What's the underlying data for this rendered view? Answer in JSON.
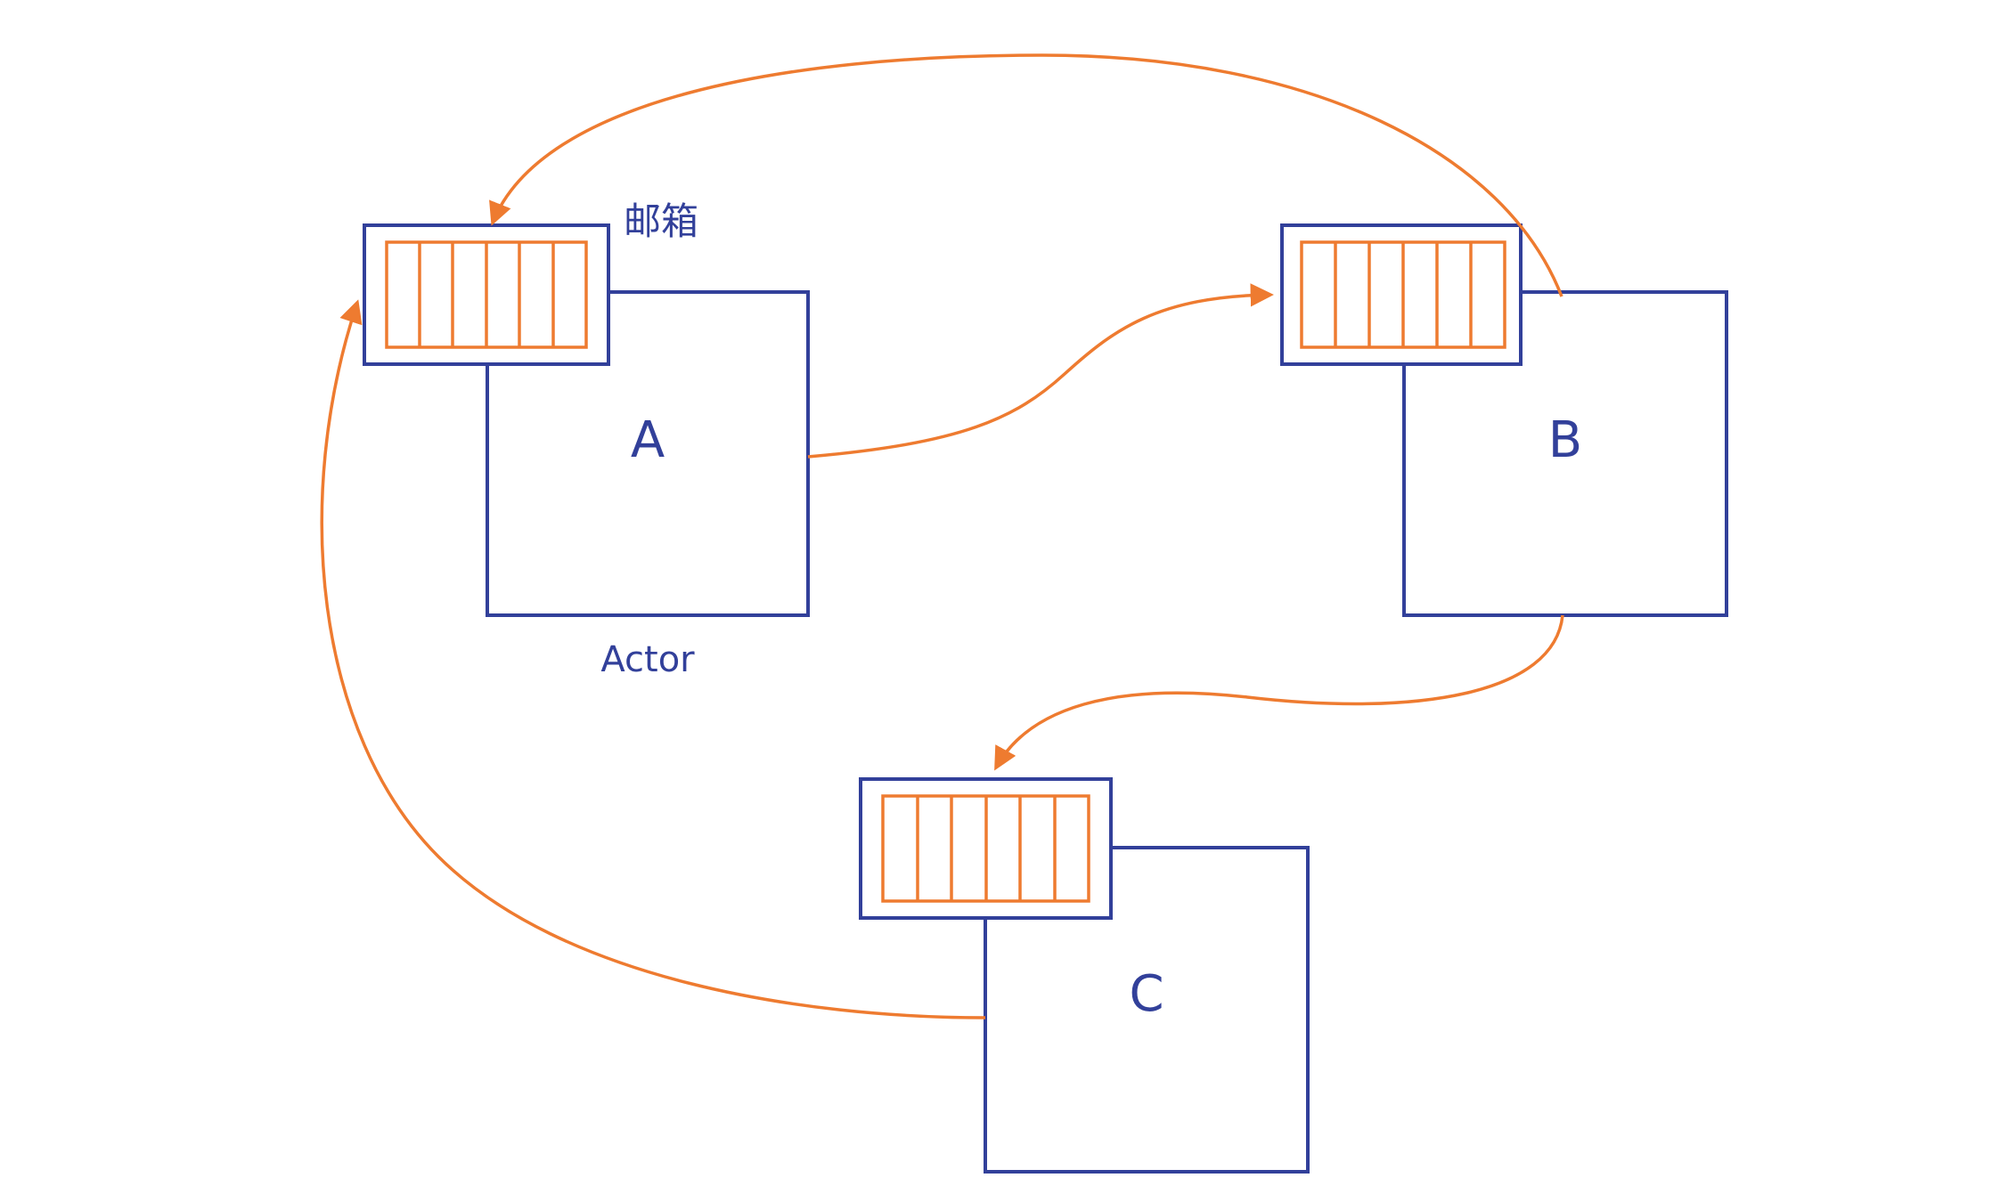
{
  "diagram": {
    "type": "actor-model-mailbox-diagram",
    "labels": {
      "mailbox": "邮箱",
      "actor_caption": "Actor"
    },
    "nodes": [
      {
        "id": "A",
        "label": "A",
        "has_mailbox": true
      },
      {
        "id": "B",
        "label": "B",
        "has_mailbox": true
      },
      {
        "id": "C",
        "label": "C",
        "has_mailbox": true
      }
    ],
    "mailbox_slots": 6,
    "edges": [
      {
        "from": "A",
        "to": "B-mailbox",
        "style": "curved-arrow"
      },
      {
        "from": "B",
        "to": "C-mailbox",
        "style": "curved-arrow"
      },
      {
        "from": "C",
        "to": "A-mailbox",
        "style": "curved-arrow"
      },
      {
        "from": "B",
        "to": "A-mailbox",
        "style": "curved-arrow-over-top"
      }
    ],
    "colors": {
      "navy": "#32409a",
      "orange": "#ee7b30",
      "background": "#ffffff"
    }
  }
}
